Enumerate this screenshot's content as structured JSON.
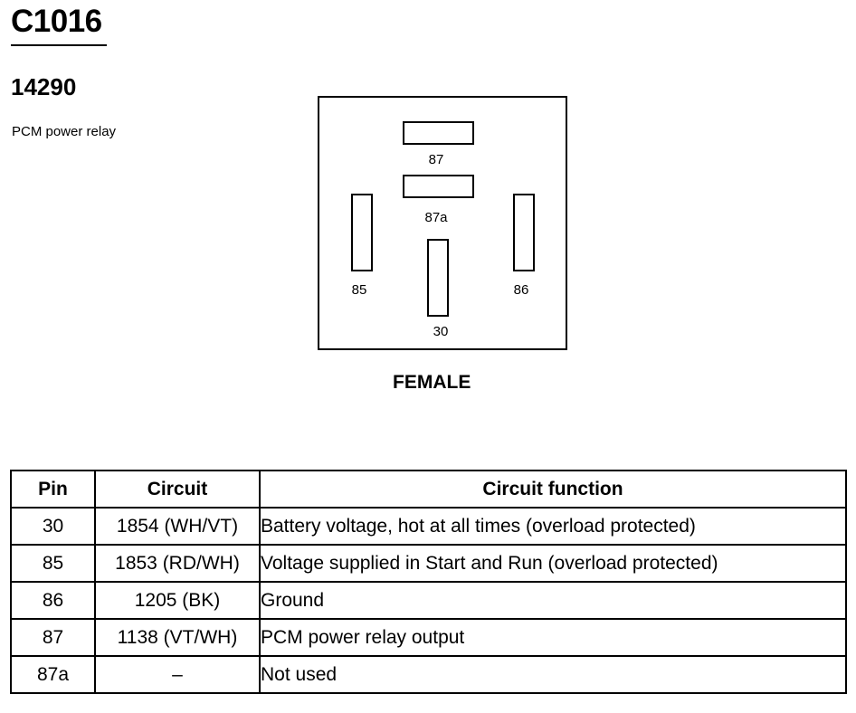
{
  "connector": {
    "id": "C1016",
    "part_number": "14290",
    "description": "PCM power relay",
    "gender": "FEMALE"
  },
  "face_pins": [
    "87",
    "87a",
    "85",
    "86",
    "30"
  ],
  "table": {
    "headers": [
      "Pin",
      "Circuit",
      "Circuit function"
    ],
    "rows": [
      {
        "pin": "30",
        "circuit": "1854 (WH/VT)",
        "function": "Battery voltage, hot at all times (overload protected)"
      },
      {
        "pin": "85",
        "circuit": "1853 (RD/WH)",
        "function": "Voltage supplied in Start and Run (overload protected)"
      },
      {
        "pin": "86",
        "circuit": "1205 (BK)",
        "function": "Ground"
      },
      {
        "pin": "87",
        "circuit": "1138 (VT/WH)",
        "function": "PCM power relay output"
      },
      {
        "pin": "87a",
        "circuit": "–",
        "function": "Not used"
      }
    ]
  }
}
